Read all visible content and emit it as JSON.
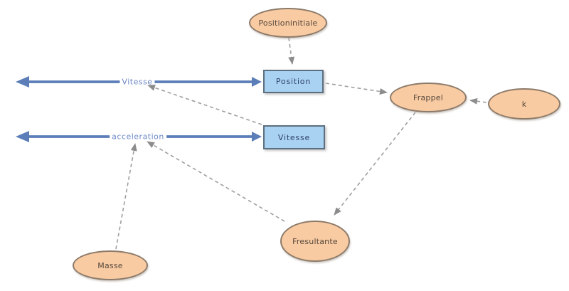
{
  "diagram": {
    "type": "stock-and-flow-model",
    "nodes": {
      "positioninitiale": {
        "label": "Positioninitiale",
        "shape": "ellipse"
      },
      "position": {
        "label": "Position",
        "shape": "rect"
      },
      "vitesse_stock": {
        "label": "Vitesse",
        "shape": "rect"
      },
      "frappel": {
        "label": "Frappel",
        "shape": "ellipse"
      },
      "k": {
        "label": "k",
        "shape": "ellipse"
      },
      "fresultante": {
        "label": "Fresultante",
        "shape": "ellipse"
      },
      "masse": {
        "label": "Masse",
        "shape": "ellipse"
      }
    },
    "flow_labels": {
      "vitesse": "Vitesse",
      "acceleration": "acceleration"
    },
    "edges": [
      {
        "from": "Positioninitiale",
        "to": "Position",
        "style": "dashed"
      },
      {
        "from": "Position",
        "to": "Frappel",
        "style": "dashed"
      },
      {
        "from": "k",
        "to": "Frappel",
        "style": "dashed"
      },
      {
        "from": "Frappel",
        "to": "Fresultante",
        "style": "dashed"
      },
      {
        "from": "Vitesse",
        "to": "Vitesse (flow)",
        "style": "dashed"
      },
      {
        "from": "Fresultante",
        "to": "acceleration (flow)",
        "style": "dashed"
      },
      {
        "from": "Masse",
        "to": "acceleration (flow)",
        "style": "dashed"
      }
    ],
    "colors": {
      "ellipse_fill": "#f9cba3",
      "ellipse_border": "#8d7b6a",
      "ellipse_text": "#57493c",
      "stock_fill": "#a9d2f2",
      "stock_border": "#5d6e7e",
      "stock_text": "#31436b",
      "flow_arrow": "#5b7db8",
      "flow_text": "#6d87c7",
      "dashed_link": "#9f9f9f",
      "dashed_arrowhead": "#8c8c8c",
      "background": "#ffffff"
    }
  }
}
